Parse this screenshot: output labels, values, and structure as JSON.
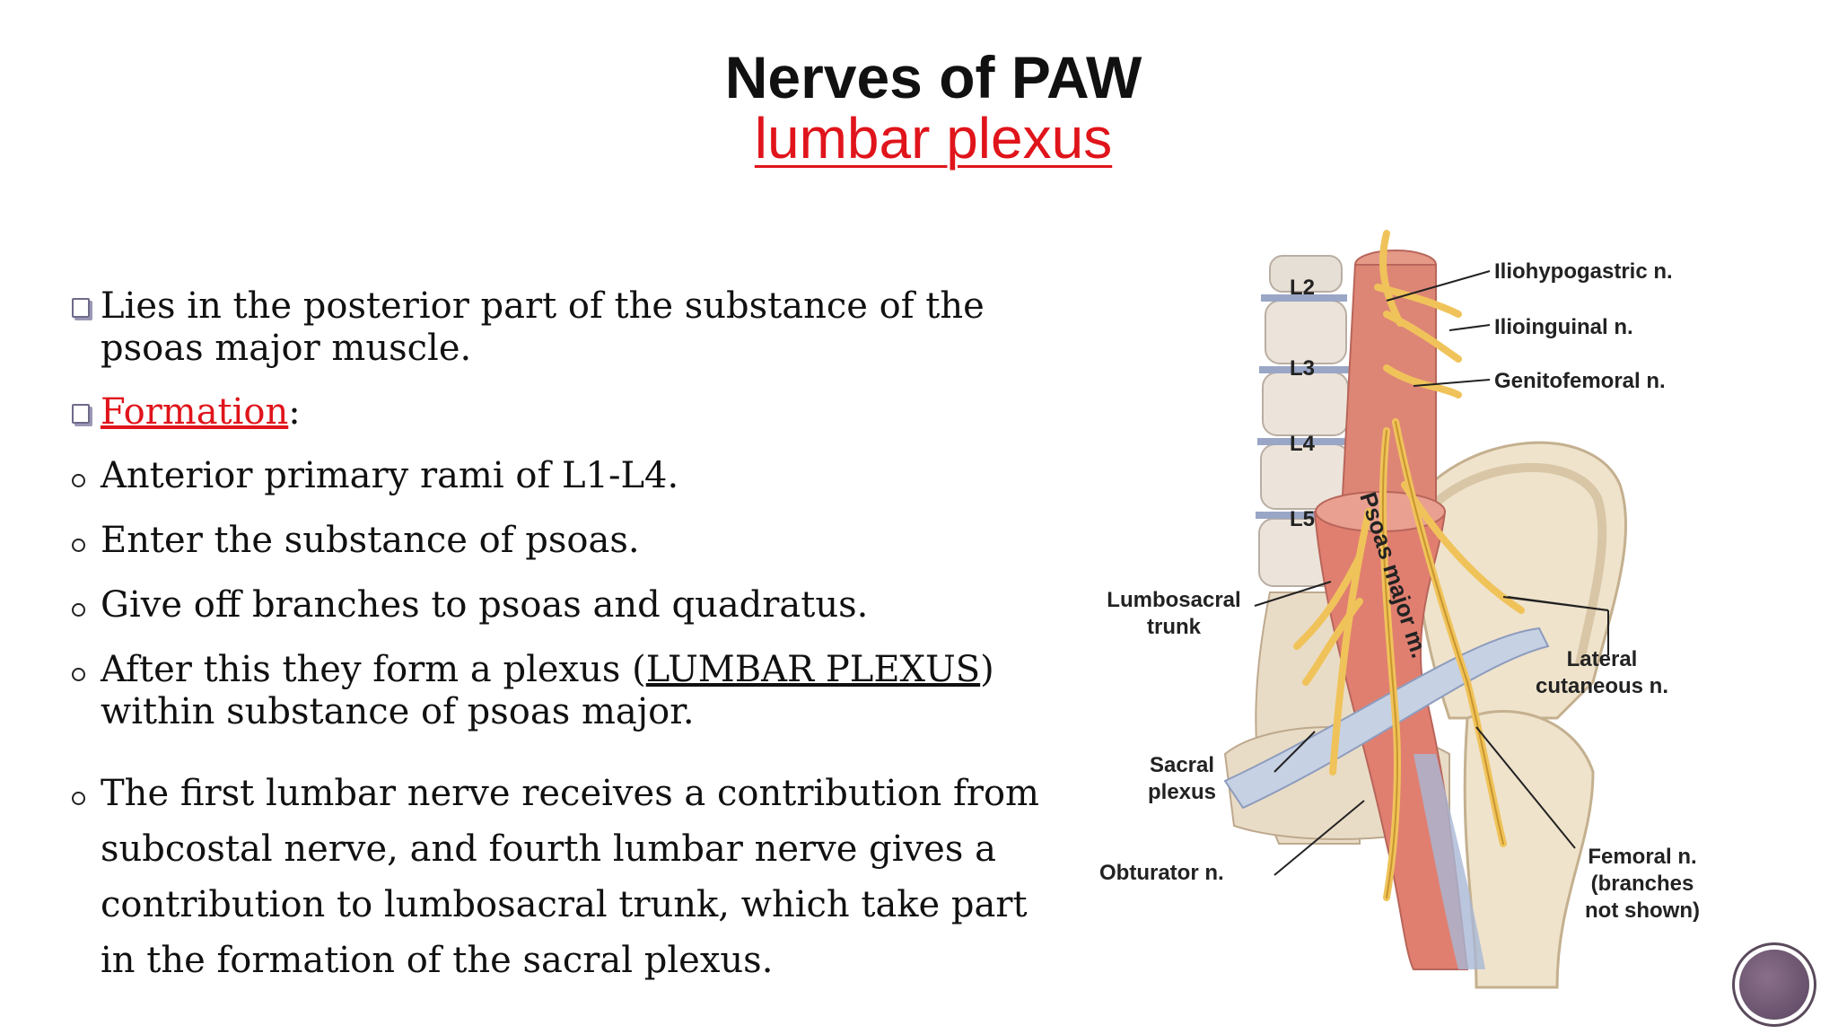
{
  "title": {
    "main": "Nerves of PAW",
    "sub": "lumbar plexus"
  },
  "bullets": [
    {
      "type": "square",
      "text": "Lies in the posterior part of the substance of the psoas major muscle."
    },
    {
      "type": "square",
      "link": "Formation",
      "suffix": ":"
    },
    {
      "type": "circle",
      "text": "Anterior primary rami of L1-L4."
    },
    {
      "type": "circle",
      "text": "Enter the substance of psoas."
    },
    {
      "type": "circle",
      "text": "Give off branches to psoas and quadratus."
    },
    {
      "type": "circle",
      "before": "After this they form a plexus (",
      "underlined": "LUMBAR PLEXUS",
      "after": ") within substance of psoas major."
    },
    {
      "type": "circle",
      "text": "The first lumbar nerve receives a contribution from subcostal nerve, and fourth lumbar nerve gives a contribution to lumbosacral trunk, which take part in the formation of the sacral plexus."
    }
  ],
  "illustration": {
    "vertebra_labels": [
      "L2",
      "L3",
      "L4",
      "L5"
    ],
    "muscle_label": "Psoas major m.",
    "labels": {
      "iliohypogastric": "Iliohypogastric n.",
      "ilioinguinal": "Ilioinguinal n.",
      "genitofemoral": "Genitofemoral n.",
      "lumbosacral_1": "Lumbosacral",
      "lumbosacral_2": "trunk",
      "lateral_1": "Lateral",
      "lateral_2": "cutaneous n.",
      "sacral_1": "Sacral",
      "sacral_2": "plexus",
      "obturator": "Obturator n.",
      "femoral_1": "Femoral n.",
      "femoral_2": "(branches",
      "femoral_3": "not shown)"
    }
  },
  "colors": {
    "title": "#111111",
    "accent_red": "#e0141b",
    "nerve": "#f0c35a",
    "muscle": "#d9786a",
    "bone": "#ecdcc0"
  }
}
